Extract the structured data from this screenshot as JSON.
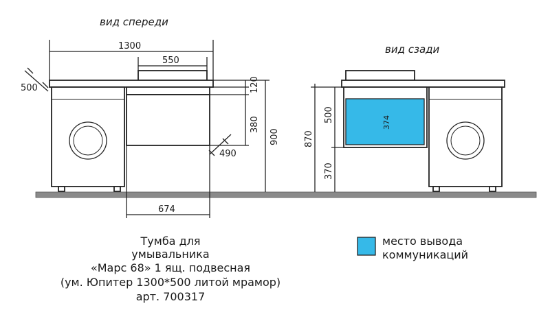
{
  "views": {
    "front": "вид спереди",
    "back": "вид сзади"
  },
  "dimensions": {
    "width_total": "1300",
    "basin_width": "550",
    "depth": "500",
    "top_thickness": "120",
    "drawer_height": "380",
    "height_total": "900",
    "cabinet_depth": "490",
    "cabinet_width": "674",
    "back_height": "870",
    "back_upper": "500",
    "back_lower": "370",
    "outlet_width": "374"
  },
  "legend": {
    "label_line1": "место вывода",
    "label_line2": "коммуникаций",
    "color": "#36b9e8"
  },
  "caption": {
    "line1": "Тумба для",
    "line2": "умывальника",
    "line3": "«Марс 68» 1 ящ. подвесная",
    "line4": "(ум. Юпитер 1300*500 литой мрамор)",
    "line5": "арт. 700317"
  },
  "colors": {
    "floor": "#8a8a8a",
    "line": "#222222",
    "outlet": "#36b9e8"
  }
}
